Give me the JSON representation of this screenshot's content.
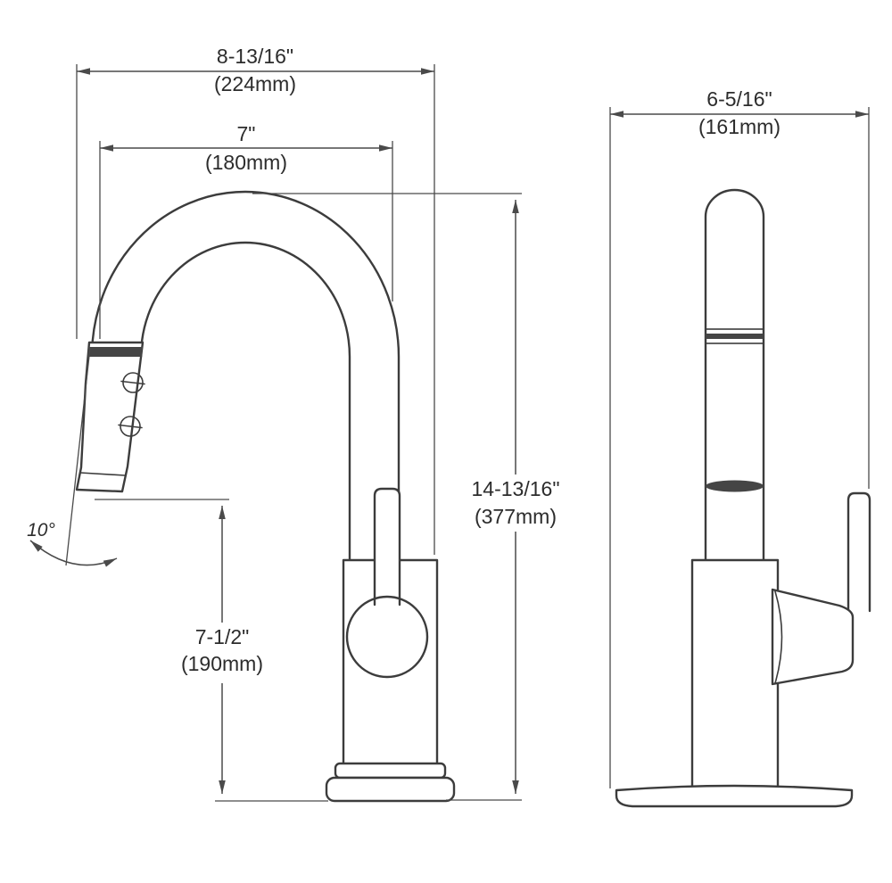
{
  "front_view": {
    "overall_width_in": "8-13/16\"",
    "overall_width_mm": "(224mm)",
    "spout_reach_in": "7\"",
    "spout_reach_mm": "(180mm)",
    "overall_height_in": "14-13/16\"",
    "overall_height_mm": "(377mm)",
    "outlet_height_in": "7-1/2\"",
    "outlet_height_mm": "(190mm)",
    "spray_angle": "10°"
  },
  "side_view": {
    "depth_in": "6-5/16\"",
    "depth_mm": "(161mm)"
  }
}
